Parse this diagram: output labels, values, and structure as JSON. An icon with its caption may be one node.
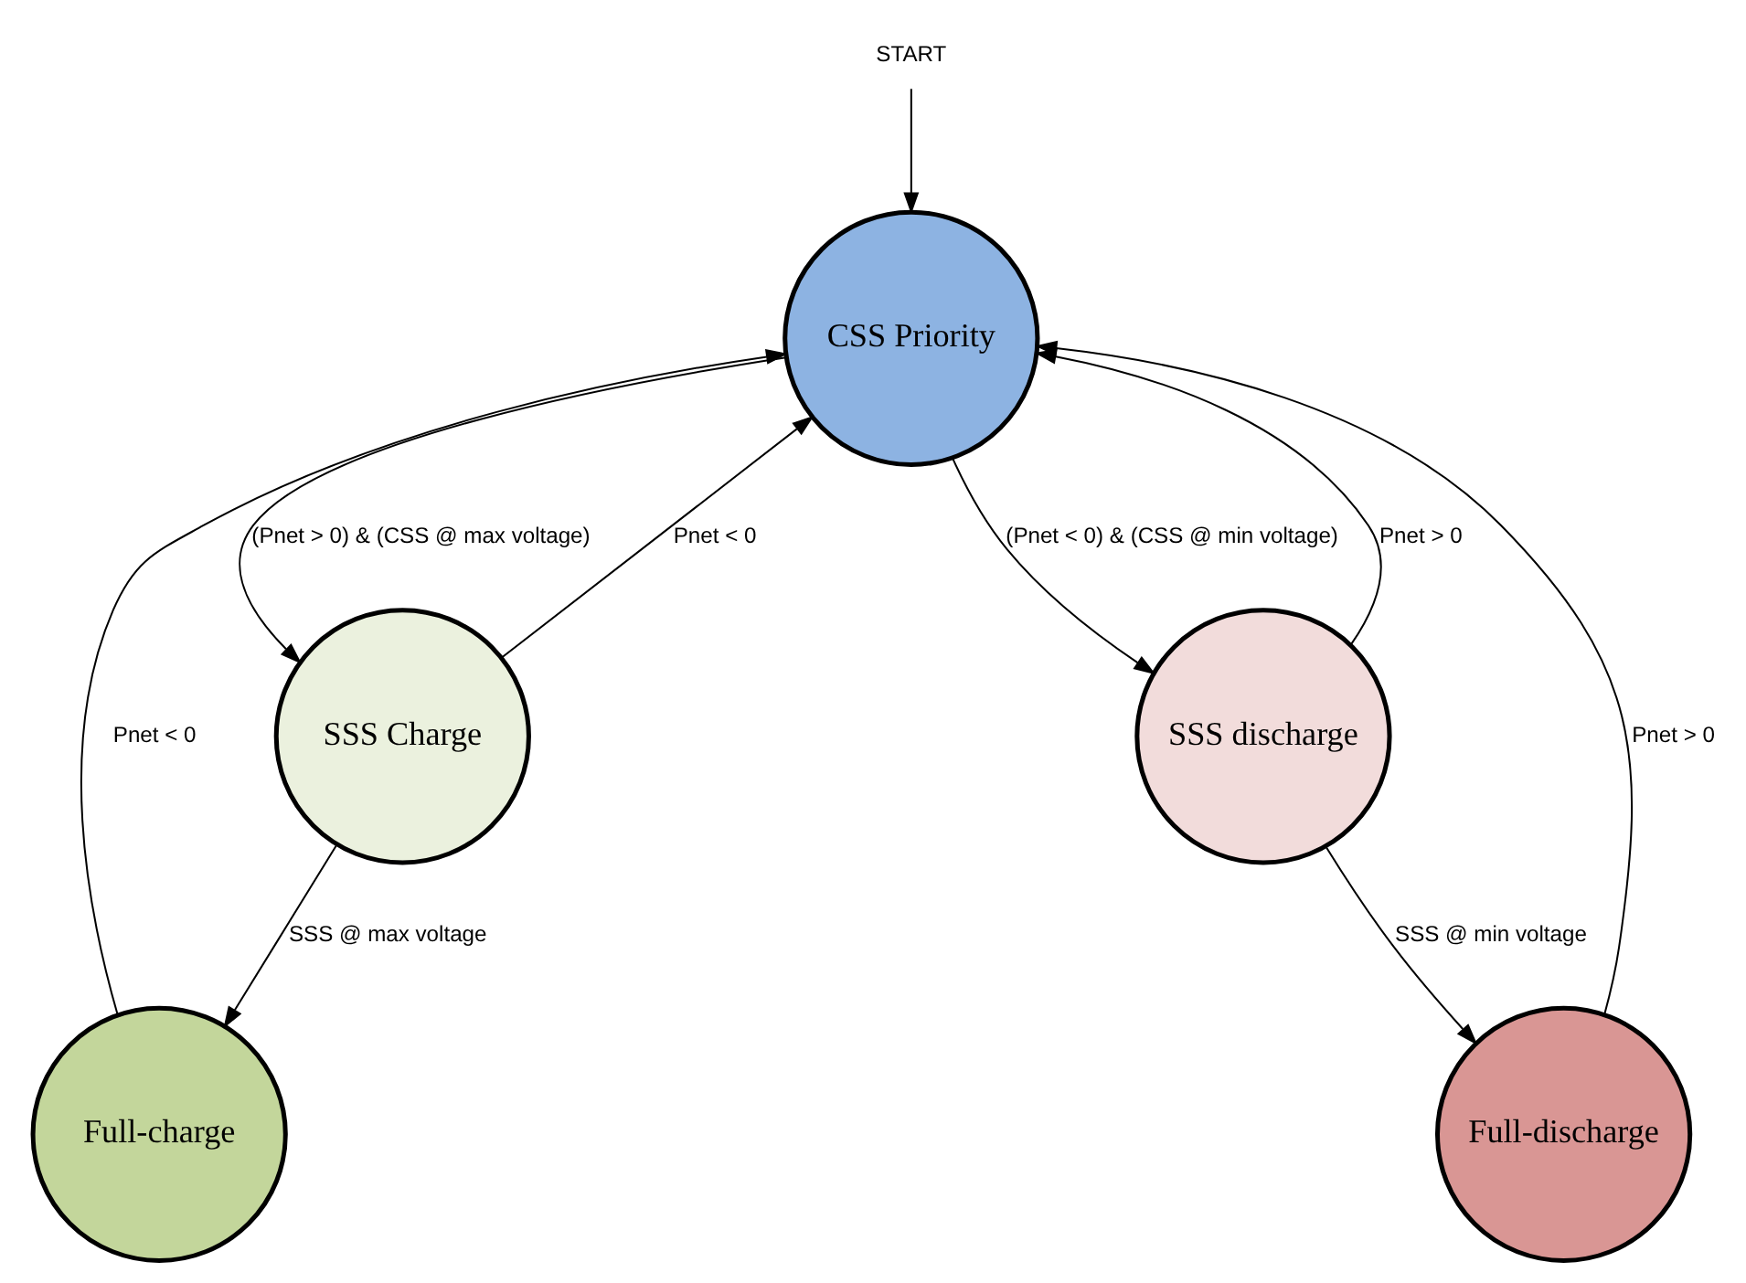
{
  "diagram": {
    "nodes": [
      {
        "text": [
          "START"
        ]
      },
      {
        "text": [
          "CSS Priority"
        ]
      },
      {
        "text": [
          "SSS Charge"
        ]
      },
      {
        "text": [
          "SSS discharge"
        ]
      },
      {
        "text": [
          "Full-charge"
        ]
      },
      {
        "text": [
          "Full-discharge"
        ]
      }
    ],
    "edges": [
      {
        "from": 0,
        "to": 1,
        "arrow": "to"
      },
      {
        "from": 1,
        "to": 2,
        "arrow": "to",
        "label": "(Pnet > 0) & (CSS @ max voltage)"
      },
      {
        "from": 2,
        "to": 1,
        "arrow": "to",
        "label": "Pnet < 0"
      },
      {
        "from": 1,
        "to": 3,
        "arrow": "to",
        "label": "(Pnet < 0) & (CSS @ min voltage)"
      },
      {
        "from": 3,
        "to": 1,
        "arrow": "to",
        "label": "Pnet > 0"
      },
      {
        "from": 2,
        "to": 4,
        "arrow": "to",
        "label": "SSS @ max voltage"
      },
      {
        "from": 4,
        "to": 1,
        "arrow": "to",
        "label": "Pnet < 0"
      },
      {
        "from": 3,
        "to": 5,
        "arrow": "to",
        "label": "SSS @ min voltage"
      },
      {
        "from": 5,
        "to": 1,
        "arrow": "to",
        "label": "Pnet > 0"
      }
    ]
  }
}
